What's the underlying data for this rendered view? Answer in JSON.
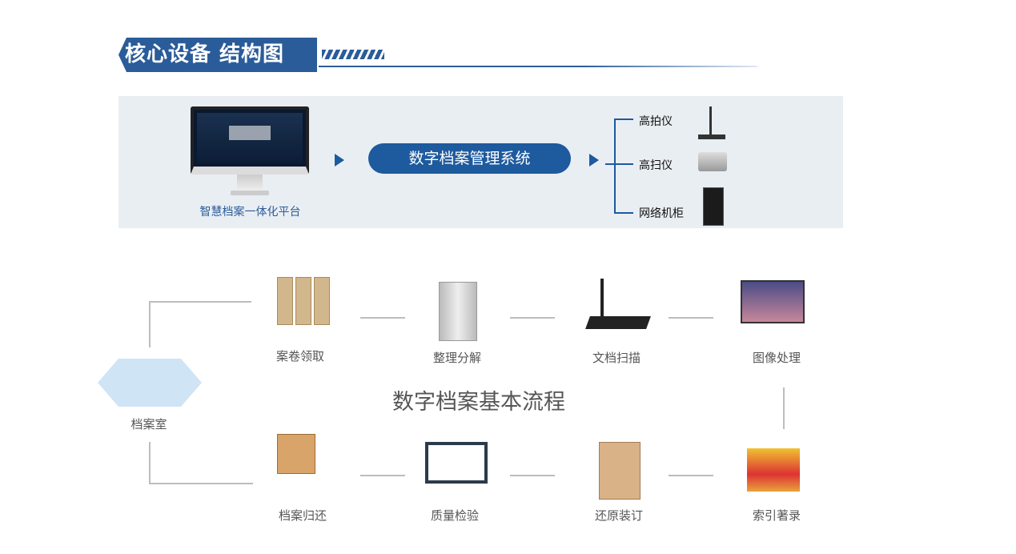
{
  "header": {
    "title": "核心设备 结构图"
  },
  "structure": {
    "platform_label": "智慧档案一体化平台",
    "system_label": "数字档案管理系统",
    "devices": [
      {
        "label": "高拍仪"
      },
      {
        "label": "高扫仪"
      },
      {
        "label": "网络机柜"
      }
    ]
  },
  "flow": {
    "title": "数字档案基本流程",
    "steps": [
      {
        "label": "档案室"
      },
      {
        "label": "案卷领取"
      },
      {
        "label": "整理分解"
      },
      {
        "label": "文档扫描"
      },
      {
        "label": "图像处理"
      },
      {
        "label": "索引著录"
      },
      {
        "label": "还原装订"
      },
      {
        "label": "质量检验"
      },
      {
        "label": "档案归还"
      }
    ]
  },
  "colors": {
    "brand": "#2b5c9a",
    "pill": "#1d5a9e",
    "panel": "#e9eef3"
  }
}
